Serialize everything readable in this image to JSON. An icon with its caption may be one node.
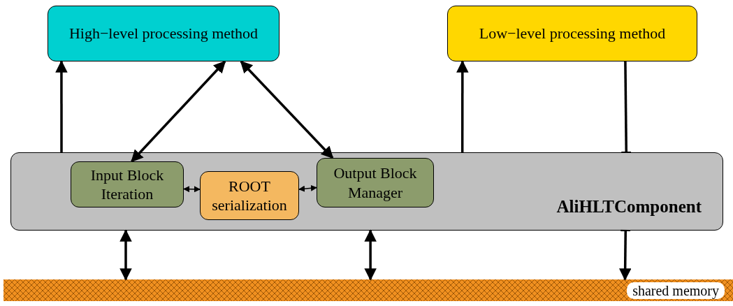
{
  "diagram": {
    "nodes": [
      {
        "text": [
          "High−level processing method"
        ]
      },
      {
        "text": [
          "Low−level processing method"
        ]
      },
      {
        "text": [
          "AliHLTComponent"
        ]
      },
      {
        "text": [
          "Input Block Iteration"
        ],
        "in": 2
      },
      {
        "text": [
          "ROOT serialization"
        ],
        "in": 2
      },
      {
        "text": [
          "Output Block Manager"
        ],
        "in": 2
      },
      {
        "text": [
          "shared memory"
        ]
      }
    ],
    "edges": [
      {
        "from": 2,
        "to": 0,
        "arrow": "to"
      },
      {
        "from": 3,
        "to": 0,
        "arrow": "both"
      },
      {
        "from": 5,
        "to": 0,
        "arrow": "both"
      },
      {
        "from": 2,
        "to": 1,
        "arrow": "to"
      },
      {
        "from": 1,
        "to": 2,
        "arrow": "other"
      },
      {
        "from": 3,
        "to": 4,
        "arrow": "both"
      },
      {
        "from": 4,
        "to": 5,
        "arrow": "both"
      },
      {
        "from": 2,
        "to": 6,
        "arrow": "both"
      },
      {
        "from": 2,
        "to": 6,
        "arrow": "both"
      },
      {
        "from": 2,
        "to": 6,
        "arrow": "to"
      }
    ]
  }
}
